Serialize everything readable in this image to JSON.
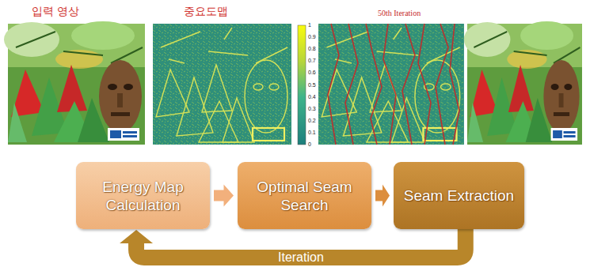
{
  "diagram": {
    "nodes": [
      {
        "text": [
          "Energy Map Calculation"
        ]
      },
      {
        "text": [
          "Optimal Seam Search"
        ]
      },
      {
        "text": [
          "Seam Extraction"
        ]
      }
    ],
    "edges": [
      {
        "from": 0,
        "to": 1,
        "arrow": "to"
      },
      {
        "from": 1,
        "to": 2,
        "arrow": "to"
      },
      {
        "from": 2,
        "to": 0,
        "label": "Iteration",
        "arrow": "to"
      }
    ],
    "labels": [
      "입력 영상",
      "중요도맵",
      "50th Iteration",
      "1",
      "0.9",
      "0.8",
      "0.7",
      "0.6",
      "0.5",
      "0.4",
      "0.3",
      "0.2",
      "0.1",
      "0"
    ]
  }
}
